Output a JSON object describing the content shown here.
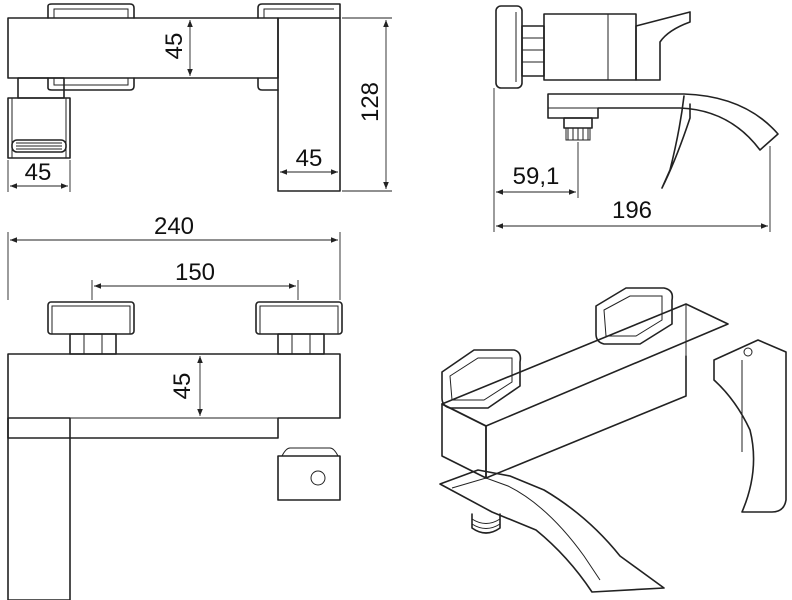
{
  "dimensions": {
    "top_view_height": "45",
    "top_view_nut": "45",
    "side_body_width": "45",
    "side_total_height": "128",
    "right_inlet_offset": "59,1",
    "right_total_depth": "196",
    "front_total_width": "240",
    "front_center_distance": "150",
    "front_body_height": "45"
  }
}
